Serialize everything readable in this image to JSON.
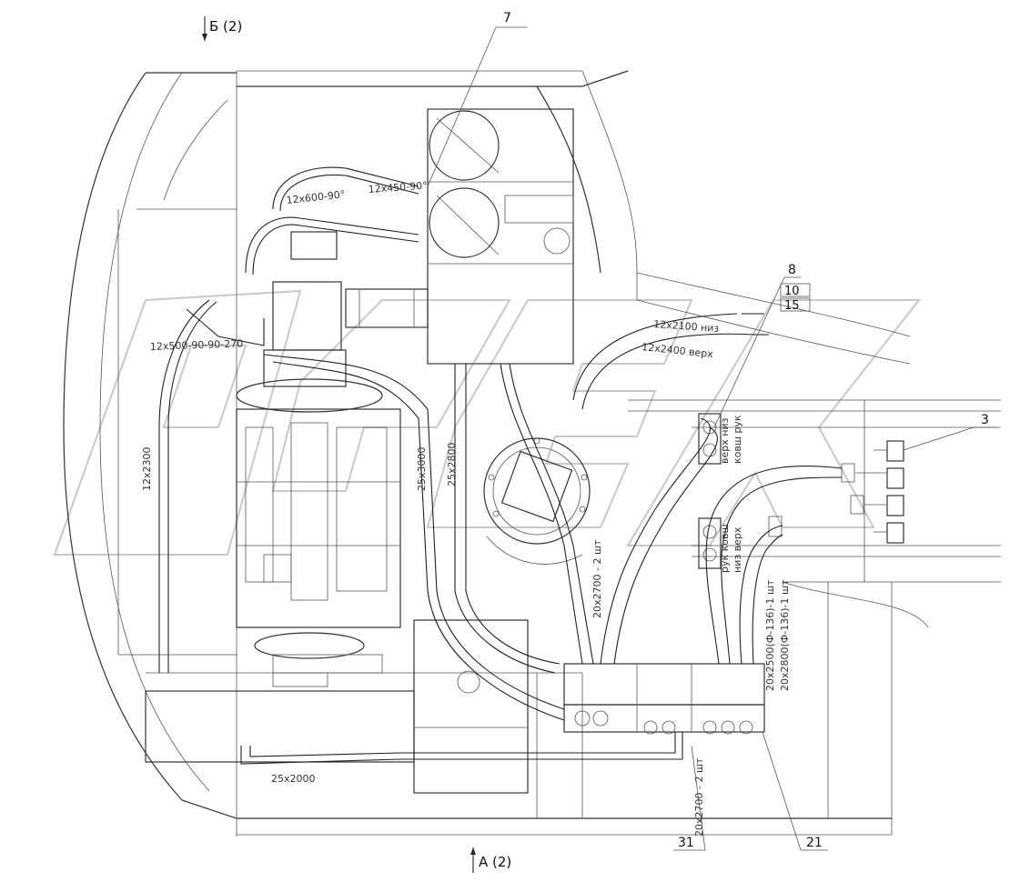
{
  "views": {
    "view_b": "Б (2)",
    "view_a": "А (2)"
  },
  "callouts": {
    "c7": "7",
    "c8": "8",
    "c10": "10",
    "c15": "15",
    "c3": "3",
    "c31": "31",
    "c21": "21"
  },
  "hose_labels": {
    "h1": "12x600-90°",
    "h2": "12x450-90°",
    "h3": "12x500-90-90-270",
    "h4": "12x2300",
    "h5": "25x3000",
    "h6": "25x2800",
    "h7": "12x2100 низ",
    "h8": "12x2400 верх",
    "h9": "20x2700 - 2 шт",
    "h10": "20x2500(Ф-136)-1 шт",
    "h11": "20x2800(Ф-136)-1 шт",
    "h12": "25x2000",
    "h13": "20x2700 - 2 шт"
  },
  "valve_labels": {
    "v1": "верх низ",
    "v2": "ковш рук",
    "v3": "рук ковш",
    "v4": "низ верх"
  },
  "watermark": "OPEX",
  "colors": {
    "line": "#222222",
    "watermark": "#c8c8c8"
  }
}
